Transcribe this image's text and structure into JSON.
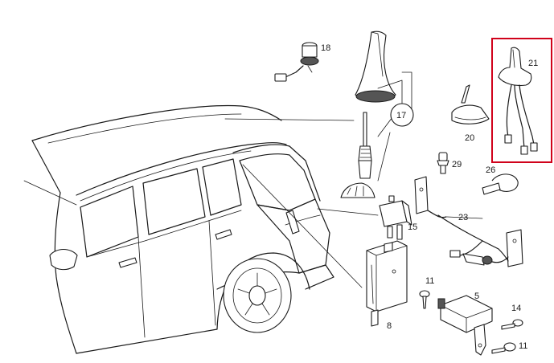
{
  "labels": {
    "l18": "18",
    "l17": "17",
    "l21": "21",
    "l20": "20",
    "l29": "29",
    "l26": "26",
    "l23": "23",
    "l15": "15",
    "l11a": "11",
    "l5": "5",
    "l8": "8",
    "l14": "14",
    "l11b": "11"
  },
  "colors": {
    "highlight": "#d0021b",
    "line": "#1a1a1a"
  }
}
